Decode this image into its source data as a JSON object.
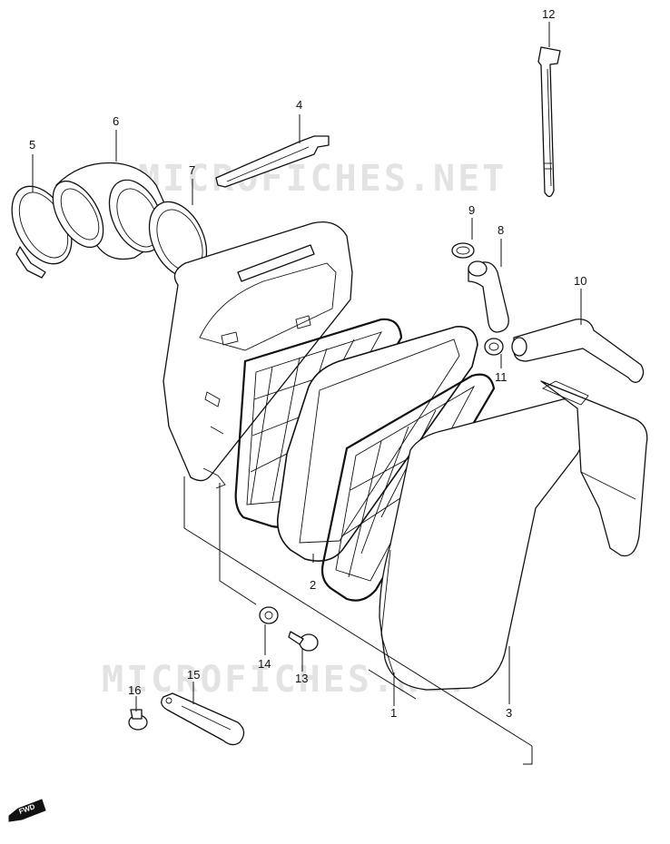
{
  "watermarks": [
    "MICROFICHES.NET",
    "MICROFICHES.NET"
  ],
  "fwd_label": "FWD",
  "callouts": [
    {
      "id": "1",
      "label": "1"
    },
    {
      "id": "2",
      "label": "2"
    },
    {
      "id": "3",
      "label": "3"
    },
    {
      "id": "4",
      "label": "4"
    },
    {
      "id": "5",
      "label": "5"
    },
    {
      "id": "6",
      "label": "6"
    },
    {
      "id": "7",
      "label": "7"
    },
    {
      "id": "8",
      "label": "8"
    },
    {
      "id": "9",
      "label": "9"
    },
    {
      "id": "10",
      "label": "10"
    },
    {
      "id": "11",
      "label": "11"
    },
    {
      "id": "12",
      "label": "12"
    },
    {
      "id": "13",
      "label": "13"
    },
    {
      "id": "14",
      "label": "14"
    },
    {
      "id": "15",
      "label": "15"
    },
    {
      "id": "16",
      "label": "16"
    }
  ]
}
